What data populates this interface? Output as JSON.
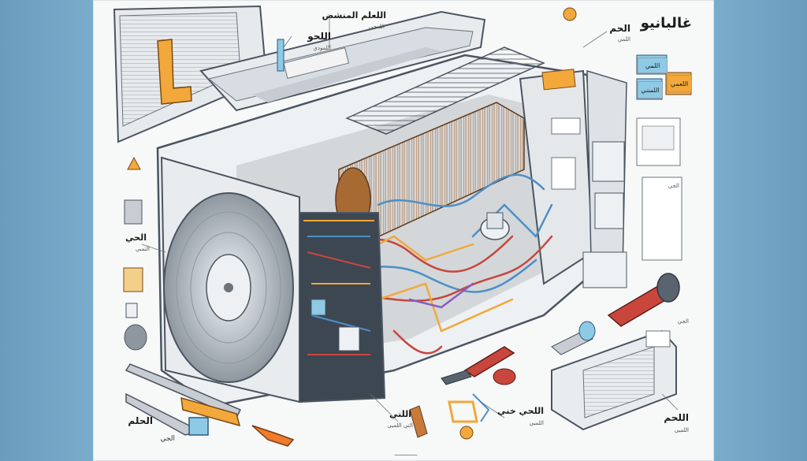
{
  "title": "غالبانيو",
  "callouts": {
    "top_center": "اللعلم المنشض",
    "top_center_sub": "اللعجي",
    "upper_left": "اللحو",
    "upper_left_sub": "اللمودي",
    "right_top": "الحم",
    "right_top_sub": "اللمي",
    "left_mid": "الحي",
    "left_mid_sub": "التمبي",
    "bottom_left": "الحلم",
    "bottom_left_sub": "الجي",
    "bottom_center": "اللتي",
    "bottom_center_sub": "التي اللميي",
    "bottom_mid_right": "اللحي خني",
    "bottom_mid_right_sub": "اللمبي",
    "bottom_right": "اللحم",
    "bottom_right_sub": "اللميي",
    "right_mid_sub": "الجي"
  },
  "panel_labels": {
    "yellow_tag": "اللعمي",
    "blue_tag": "اللمي",
    "kbd_tag": "اللمنني",
    "right_heading": "الحي"
  },
  "colors": {
    "paper": "#f7f8f8",
    "background": "#7aaccc",
    "unit_body": "#e9ecee",
    "outline": "#4b5561",
    "copper": "#c97a3a",
    "accent_orange": "#f2a83a",
    "wire_blue": "#4d8fc6",
    "wire_red": "#c8463c"
  },
  "footer": "ــــــــــــــ"
}
